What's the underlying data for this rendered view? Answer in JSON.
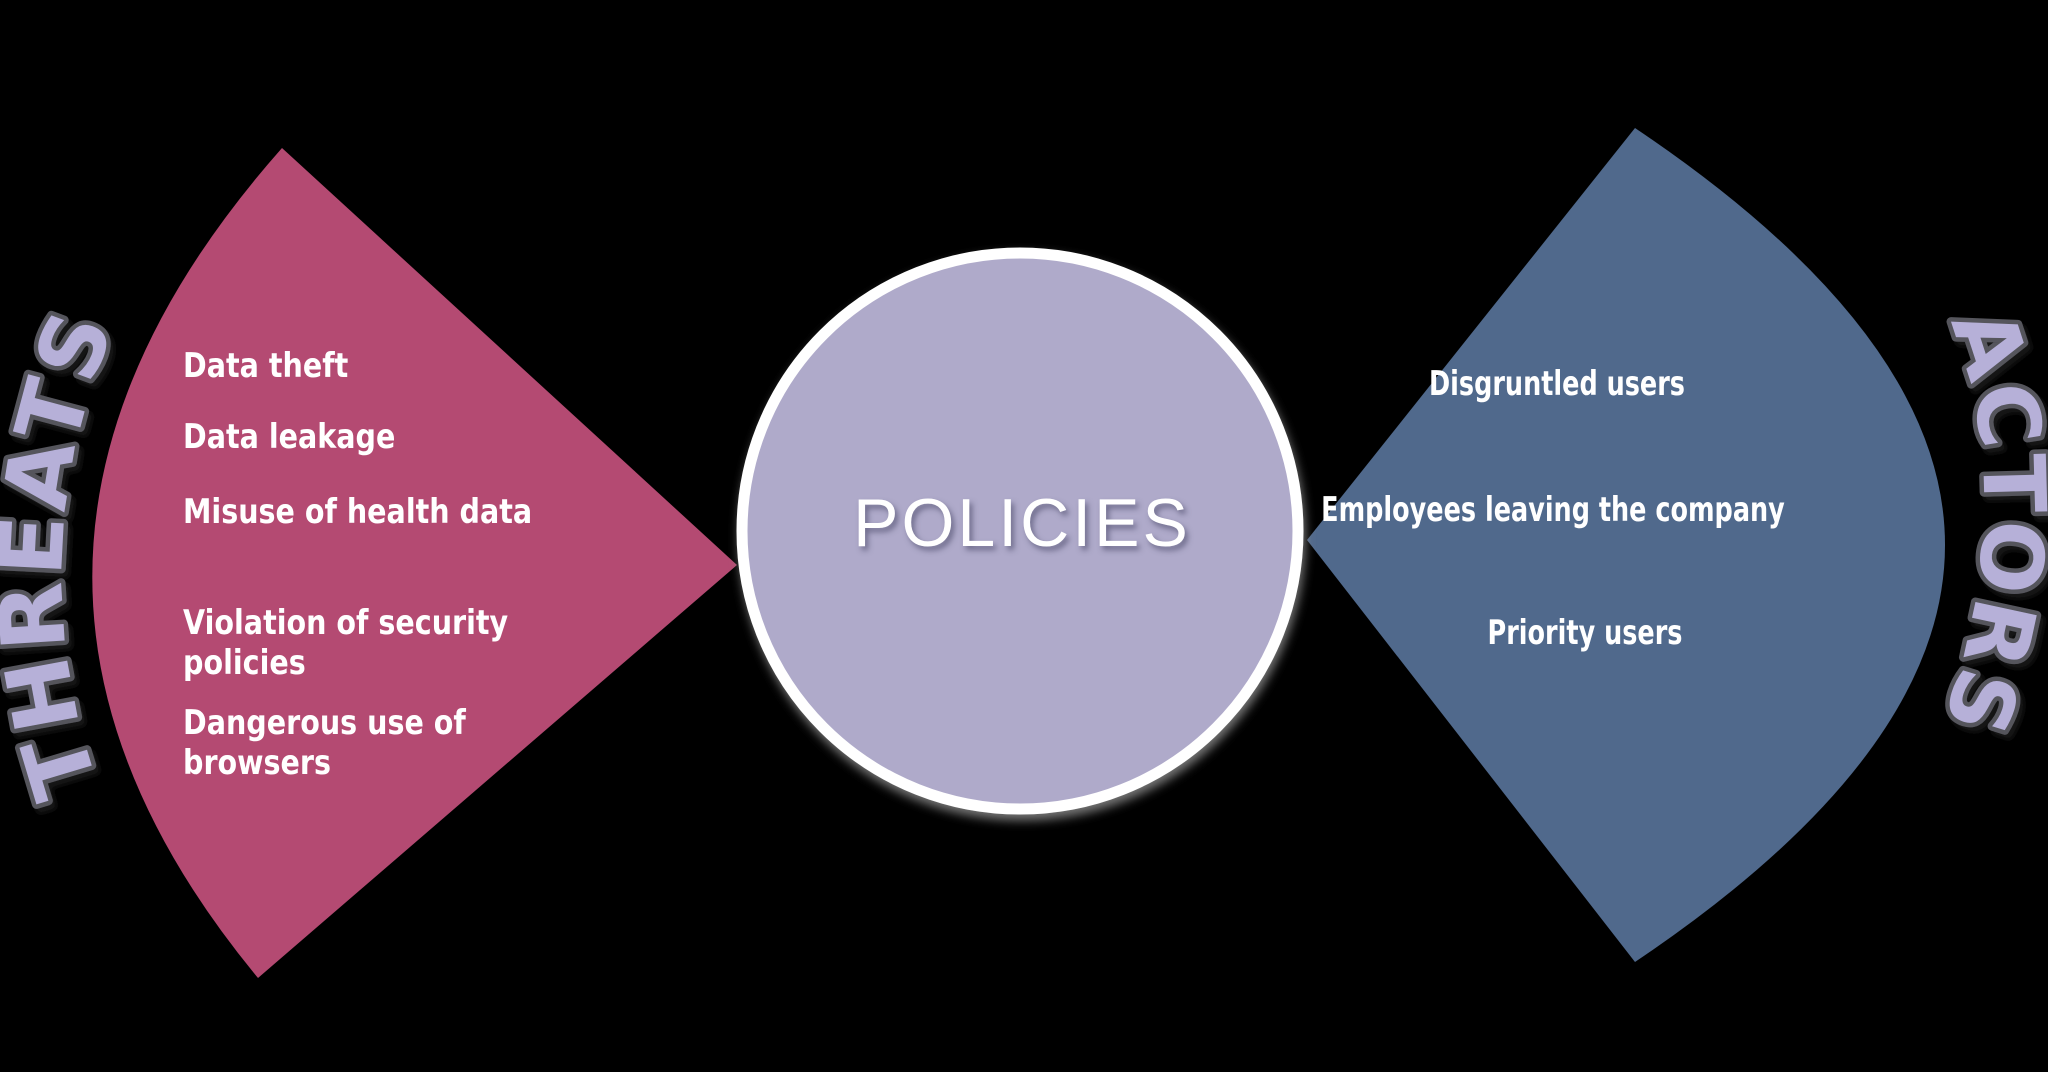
{
  "slide": {
    "background": "#000000",
    "description": "Security diagram: THREATS fan and ACTORS fan pointing at central POLICIES circle"
  },
  "palette": {
    "threats_fan_fill": "#b44a72",
    "actors_fan_fill": "#50698c",
    "circle_fill": "#afaaca",
    "circle_ring": "#ffffff",
    "curved_title_fill": "#b6b0d8",
    "curved_title_outline": "#54545b",
    "label_text_color": "#ffffff"
  },
  "center": {
    "label": "POLICIES"
  },
  "left_fan": {
    "title": "THREATS",
    "items": [
      "Data theft",
      "Data leakage",
      "Misuse of health data",
      "Violation of security\npolicies",
      "Dangerous use of\nbrowsers"
    ]
  },
  "right_fan": {
    "title": "ACTORS",
    "items": [
      "Disgruntled users",
      "Employees leaving the company",
      "Priority users"
    ]
  }
}
